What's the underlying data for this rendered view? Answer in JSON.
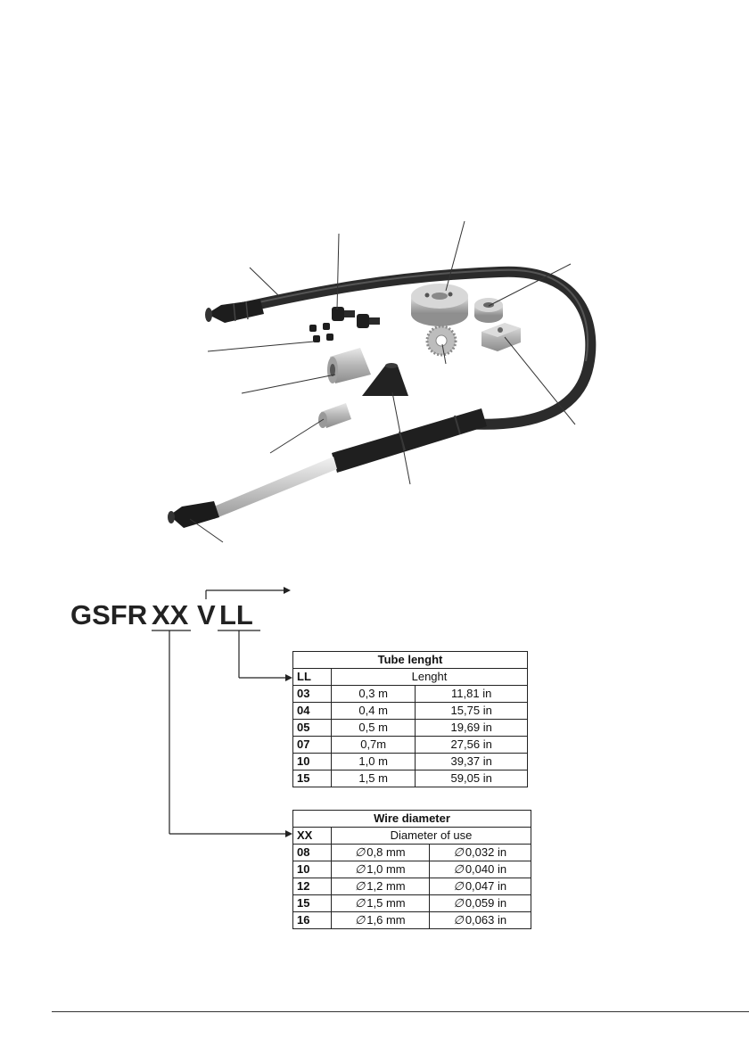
{
  "product_code": {
    "prefix": "GSFR",
    "diameter_part": "XX",
    "variant_part": "V",
    "length_part": "LL"
  },
  "tube_table": {
    "title": "Tube lenght",
    "header_code": "LL",
    "header_value": "Lenght",
    "rows": [
      {
        "code": "03",
        "metric": "0,3 m",
        "imperial": "11,81 in"
      },
      {
        "code": "04",
        "metric": "0,4 m",
        "imperial": "15,75 in"
      },
      {
        "code": "05",
        "metric": "0,5 m",
        "imperial": "19,69 in"
      },
      {
        "code": "07",
        "metric": "0,7m",
        "imperial": "27,56  in"
      },
      {
        "code": "10",
        "metric": "1,0 m",
        "imperial": "39,37 in"
      },
      {
        "code": "15",
        "metric": "1,5 m",
        "imperial": "59,05 in"
      }
    ]
  },
  "wire_table": {
    "title": "Wire diameter",
    "header_code": "XX",
    "header_value": "Diameter of use",
    "diameter_symbol": "∅",
    "rows": [
      {
        "code": "08",
        "metric": "0,8 mm",
        "imperial": "0,032 in"
      },
      {
        "code": "10",
        "metric": "1,0 mm",
        "imperial": "0,040 in"
      },
      {
        "code": "12",
        "metric": "1,2 mm",
        "imperial": "0,047 in"
      },
      {
        "code": "15",
        "metric": "1,5 mm",
        "imperial": "0,059 in"
      },
      {
        "code": "16",
        "metric": "1,6 mm",
        "imperial": "0,063 in"
      }
    ]
  },
  "colors": {
    "cable": "#2b2b2b",
    "metal": "#bdbdbd",
    "leader_line": "#333333"
  }
}
